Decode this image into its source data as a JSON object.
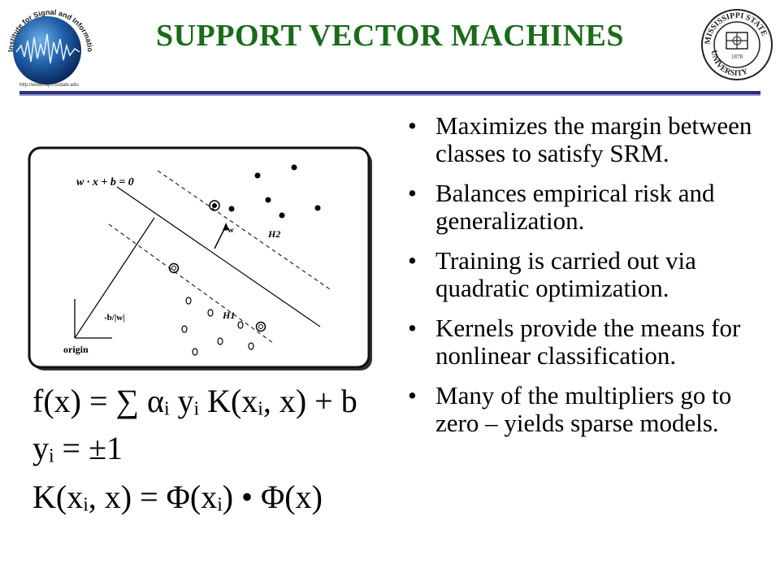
{
  "slide": {
    "title": "SUPPORT VECTOR MACHINES"
  },
  "logos": {
    "left": {
      "icon": "globe-signal-logo",
      "text": "Institute for Signal and Information Processing",
      "url_text": "http://www.isip.msstate.edu"
    },
    "right": {
      "icon": "university-seal-icon",
      "text_top": "MISSISSIPPI STATE",
      "text_bottom": "UNIVERSITY",
      "year": "1878"
    }
  },
  "figure": {
    "hyperplane_label": "w · x + b = 0",
    "w_label": "w",
    "h2_label": "H2",
    "h1_label": "H1",
    "offset_label": "-b/|w|",
    "origin_label": "origin"
  },
  "bullets": [
    "Maximizes the margin between classes to satisfy SRM.",
    "Balances empirical risk and generalization.",
    "Training is carried out via quadratic optimization.",
    "Kernels provide the means for nonlinear classification.",
    "Many of the multipliers go to zero – yields sparse models."
  ],
  "bullet_marker": "•",
  "equations": {
    "eq1": "f(x) = ∑ αᵢ yᵢ K(xᵢ, x) + b",
    "eq2": "yᵢ = ±1",
    "eq3": "K(xᵢ, x) = Φ(xᵢ) • Φ(x)"
  },
  "colors": {
    "title": "#1a6b1a",
    "rule": "#1b1b6b"
  }
}
